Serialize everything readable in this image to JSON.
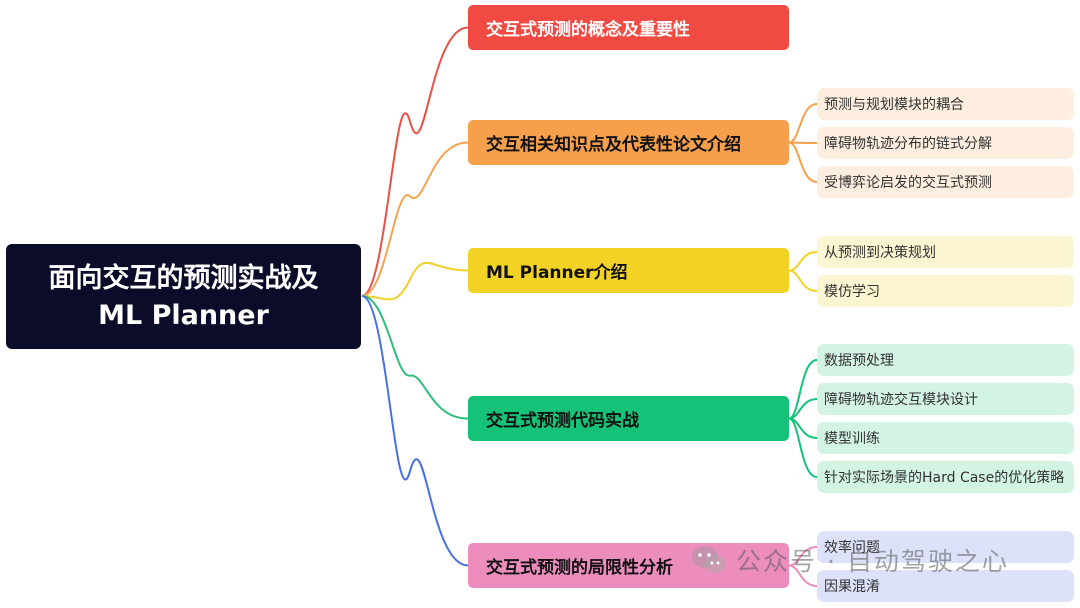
{
  "root": {
    "line1": "面向交互的预测实战及",
    "line2": "ML Planner",
    "color": "#0b0b2a"
  },
  "branches": [
    {
      "label": "交互式预测的概念及重要性",
      "color": "#f04a43",
      "text_color": "#ffffff",
      "children": []
    },
    {
      "label": "交互相关知识点及代表性论文介绍",
      "color": "#f6a04c",
      "text_color": "#111111",
      "leaf_color": "#fdeedf",
      "children": [
        "预测与规划模块的耦合",
        "障碍物轨迹分布的链式分解",
        "受博弈论启发的交互式预测"
      ]
    },
    {
      "label": "ML Planner介绍",
      "color": "#f2d325",
      "text_color": "#111111",
      "leaf_color": "#fcf5d2",
      "children": [
        "从预测到决策规划",
        "模仿学习"
      ]
    },
    {
      "label": "交互式预测代码实战",
      "color": "#15c277",
      "text_color": "#111111",
      "leaf_color": "#d3f3e3",
      "children": [
        "数据预处理",
        "障碍物轨迹交互模块设计",
        "模型训练",
        "针对实际场景的Hard Case的优化策略"
      ]
    },
    {
      "label": "交互式预测的局限性分析",
      "color": "#ed8dbd",
      "text_color": "#111111",
      "leaf_color": "#dde2fa",
      "children": [
        "效率问题",
        "因果混淆"
      ]
    }
  ],
  "connector_colors": [
    "#e8504a",
    "#f4a450",
    "#efd12a",
    "#2fbf7c",
    "#4a6fe3"
  ],
  "watermark": {
    "icon": "wechat-icon",
    "text": "公众号 · 自动驾驶之心"
  }
}
